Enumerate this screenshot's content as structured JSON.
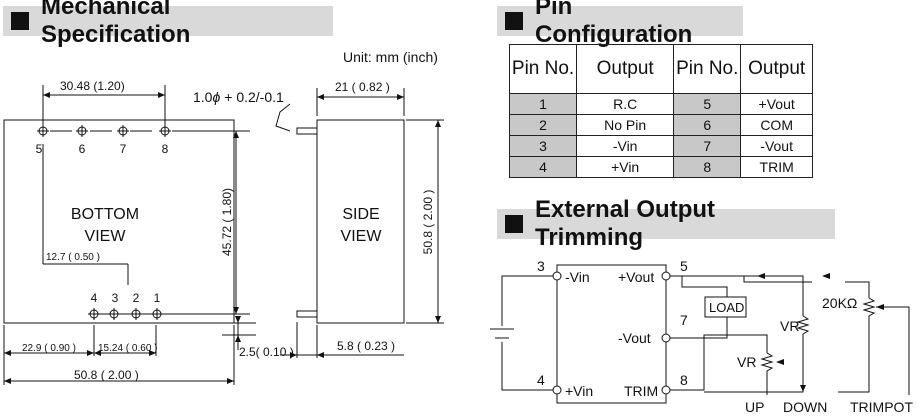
{
  "mechanical": {
    "title": "Mechanical Specification",
    "unit": "Unit: mm (inch)",
    "bottom_view": {
      "line1": "BOTTOM",
      "line2": "VIEW"
    },
    "side_view": {
      "line1": "SIDE",
      "line2": "VIEW"
    },
    "top_pins": [
      "5",
      "6",
      "7",
      "8"
    ],
    "bottom_pins": [
      "4",
      "3",
      "2",
      "1"
    ],
    "dims": {
      "pin_span": "30.48 (1.20)",
      "pin_diameter_symbol": "1.0",
      "pin_phi": "ϕ",
      "pin_tolerance": "+ 0.2/-0.1",
      "side_width": "21 ( 0.82 )",
      "height": "45.72 ( 1.80)",
      "side_height": "50.8 ( 2.00 )",
      "offset": "12.7 ( 0.50 )",
      "left_gap": "22.9 ( 0.90 )",
      "pin_gap": "15.24 ( 0.60 )",
      "total_width": "50.8 ( 2.00 )",
      "pin_length": "2.5( 0.10 )",
      "side_pin": "5.8 ( 0.23 )"
    }
  },
  "pin_config": {
    "title": "Pin Configuration",
    "headers": [
      "Pin No.",
      "Output",
      "Pin No.",
      "Output"
    ],
    "rows": [
      [
        "1",
        "R.C",
        "5",
        "+Vout"
      ],
      [
        "2",
        "No Pin",
        "6",
        "COM"
      ],
      [
        "3",
        "-Vin",
        "7",
        "-Vout"
      ],
      [
        "4",
        "+Vin",
        "8",
        "TRIM"
      ]
    ]
  },
  "trimming": {
    "title": "External Output Trimming",
    "pins": {
      "p3": "3",
      "p4": "4",
      "p5": "5",
      "p7": "7",
      "p8": "8"
    },
    "labels": {
      "minus_vin": "-Vin",
      "plus_vin": "+Vin",
      "plus_vout": "+Vout",
      "minus_vout": "-Vout",
      "trim": "TRIM",
      "load": "LOAD",
      "vr_right": "VR",
      "vr_inner": "VR",
      "resistor": "20K",
      "ohm": "Ω",
      "up": "UP",
      "down": "DOWN",
      "trimpot": "TRIMPOT"
    }
  }
}
